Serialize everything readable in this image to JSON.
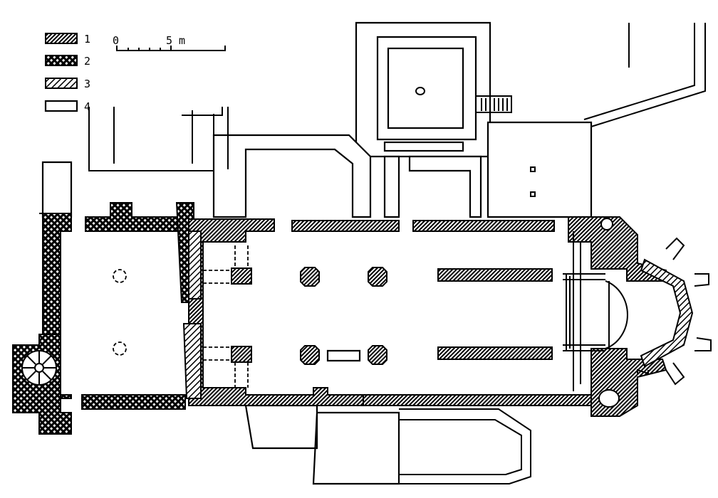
{
  "legend": {
    "items": [
      {
        "key": "1",
        "pattern": "dense-hatch"
      },
      {
        "key": "2",
        "pattern": "cross-hatch"
      },
      {
        "key": "3",
        "pattern": "light-hatch"
      },
      {
        "key": "4",
        "pattern": "outline"
      }
    ]
  },
  "scale": {
    "start_label": "0",
    "end_label": "5 m"
  },
  "colors": {
    "ink": "#000000",
    "paper": "#ffffff"
  }
}
